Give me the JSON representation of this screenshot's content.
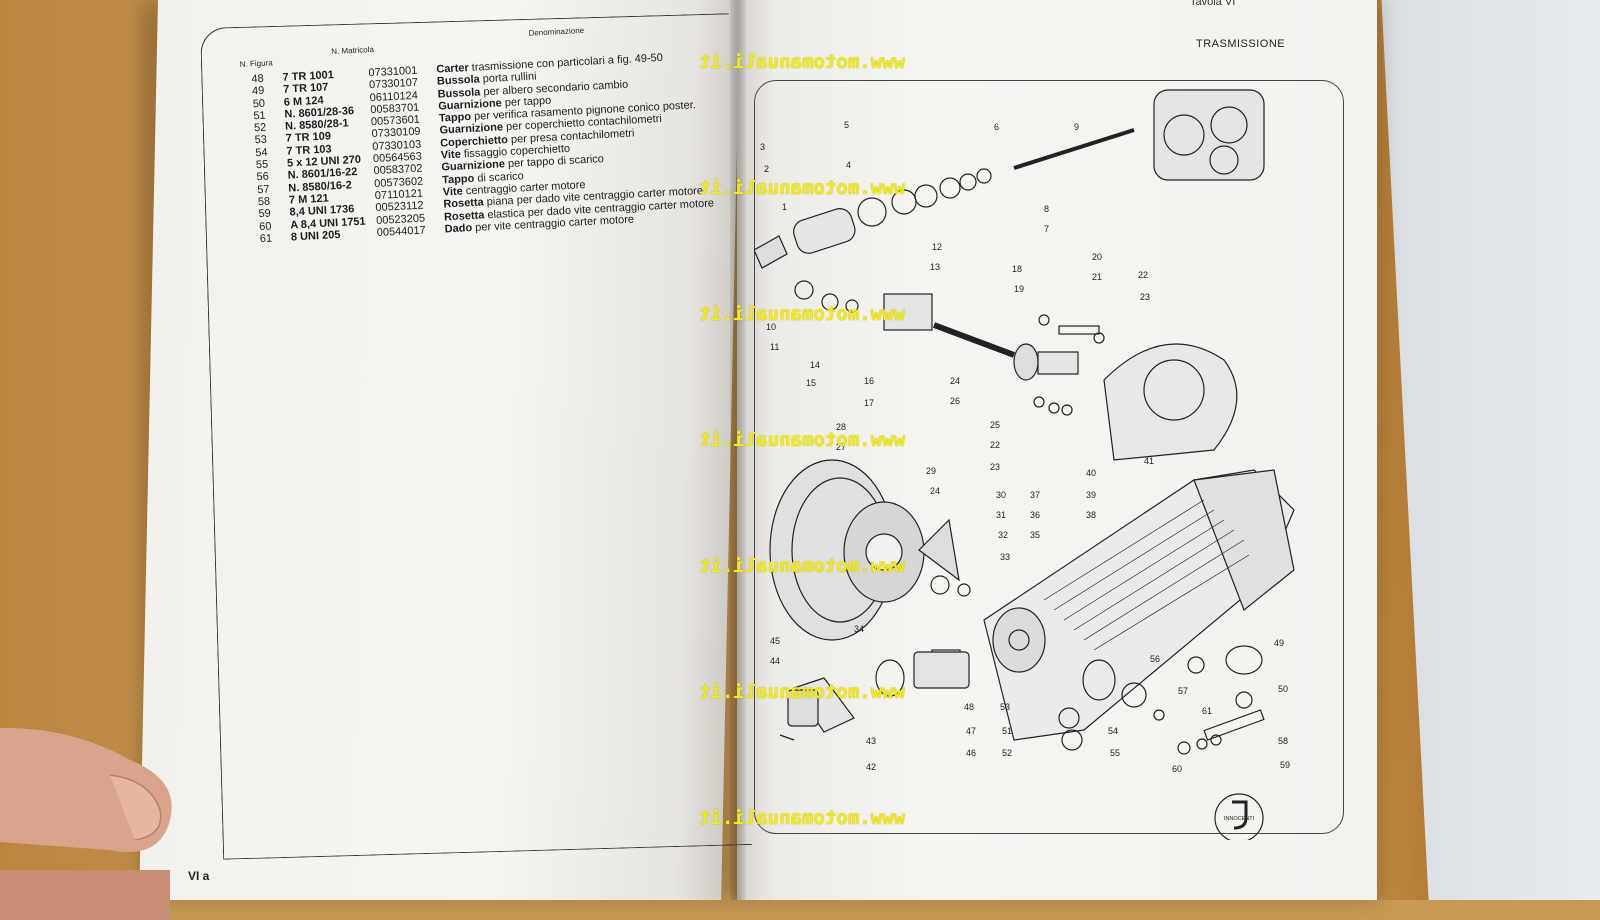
{
  "left_page": {
    "headers": {
      "figure": "N. Figura",
      "matricola": "N. Matricola",
      "denominazione": "Denominazione"
    },
    "rows": [
      {
        "fig": "48",
        "codice": "7 TR 1001",
        "matricola": "07331001",
        "nome": "Carter",
        "descr": "trasmissione con particolari a fig. 49-50"
      },
      {
        "fig": "49",
        "codice": "7 TR 107",
        "matricola": "07330107",
        "nome": "Bussola",
        "descr": "porta rullini"
      },
      {
        "fig": "50",
        "codice": "6 M 124",
        "matricola": "06110124",
        "nome": "Bussola",
        "descr": "per albero secondario cambio"
      },
      {
        "fig": "51",
        "codice": "N. 8601/28-36",
        "matricola": "00583701",
        "nome": "Guarnizione",
        "descr": "per tappo"
      },
      {
        "fig": "52",
        "codice": "N. 8580/28-1",
        "matricola": "00573601",
        "nome": "Tappo",
        "descr": "per verifica rasamento pignone conico poster."
      },
      {
        "fig": "53",
        "codice": "7 TR 109",
        "matricola": "07330109",
        "nome": "Guarnizione",
        "descr": "per coperchietto contachilometri"
      },
      {
        "fig": "54",
        "codice": "7 TR 103",
        "matricola": "07330103",
        "nome": "Coperchietto",
        "descr": "per presa contachilometri"
      },
      {
        "fig": "55",
        "codice": "5 x 12 UNI 270",
        "matricola": "00564563",
        "nome": "Vite",
        "descr": "fissaggio coperchietto"
      },
      {
        "fig": "56",
        "codice": "N. 8601/16-22",
        "matricola": "00583702",
        "nome": "Guarnizione",
        "descr": "per tappo di scarico"
      },
      {
        "fig": "57",
        "codice": "N. 8580/16-2",
        "matricola": "00573602",
        "nome": "Tappo",
        "descr": "di scarico"
      },
      {
        "fig": "58",
        "codice": "7 M 121",
        "matricola": "07110121",
        "nome": "Vite",
        "descr": "centraggio carter motore"
      },
      {
        "fig": "59",
        "codice": "8,4 UNI 1736",
        "matricola": "00523112",
        "nome": "Rosetta",
        "descr": "piana per dado vite centraggio carter motore"
      },
      {
        "fig": "60",
        "codice": "A 8,4 UNI 1751",
        "matricola": "00523205",
        "nome": "Rosetta",
        "descr": "elastica per dado vite centraggio carter motore"
      },
      {
        "fig": "61",
        "codice": "8 UNI 205",
        "matricola": "00544017",
        "nome": "Dado",
        "descr": "per vite centraggio carter motore"
      }
    ],
    "folio": "VI a"
  },
  "right_page": {
    "plate": "Tavola VI",
    "section": "TRASMISSIONE",
    "logo": "INNOCENTI",
    "callouts": [
      "1",
      "2",
      "3",
      "4",
      "5",
      "6",
      "7",
      "8",
      "9",
      "10",
      "11",
      "12",
      "13",
      "14",
      "15",
      "16",
      "17",
      "18",
      "19",
      "20",
      "21",
      "22",
      "23",
      "24",
      "25",
      "26",
      "27",
      "28",
      "29",
      "30",
      "31",
      "32",
      "33",
      "34",
      "35",
      "36",
      "37",
      "38",
      "39",
      "40",
      "41",
      "42",
      "43",
      "44",
      "45",
      "46",
      "47",
      "48",
      "49",
      "50",
      "51",
      "52",
      "53",
      "54",
      "55",
      "56",
      "57",
      "58",
      "59",
      "60",
      "61"
    ]
  },
  "watermark": "www.motomanuali.it",
  "colors": {
    "watermark": "#f0ea1c",
    "paper": "#f4f3f0",
    "wood": "#c99a55"
  }
}
